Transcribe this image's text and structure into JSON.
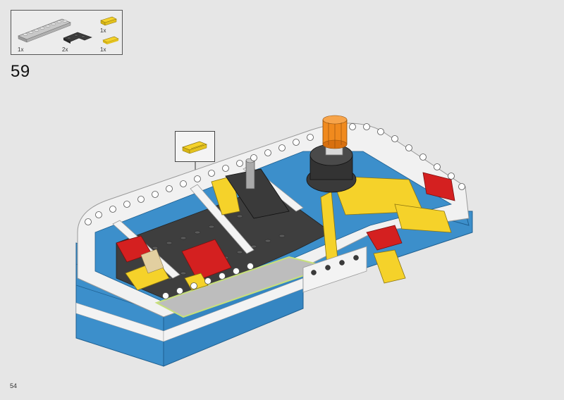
{
  "parts_list": {
    "items": [
      {
        "part": "light-gray-plate",
        "quantity": "1x"
      },
      {
        "part": "dark-gray-corner-plate",
        "quantity": "2x"
      },
      {
        "part": "yellow-tile-top",
        "quantity": "1x"
      },
      {
        "part": "yellow-tile-bottom",
        "quantity": "1x"
      }
    ]
  },
  "step": {
    "number": "59"
  },
  "page": {
    "number": "54"
  },
  "colors": {
    "background": "#e6e6e6",
    "blue": "#3c8fcb",
    "yellow": "#f5d22a",
    "red": "#d42020",
    "dark_gray": "#4a4a4a",
    "light_gray": "#bcbcbc",
    "white": "#f7f7f7",
    "orange": "#f08a1e"
  }
}
